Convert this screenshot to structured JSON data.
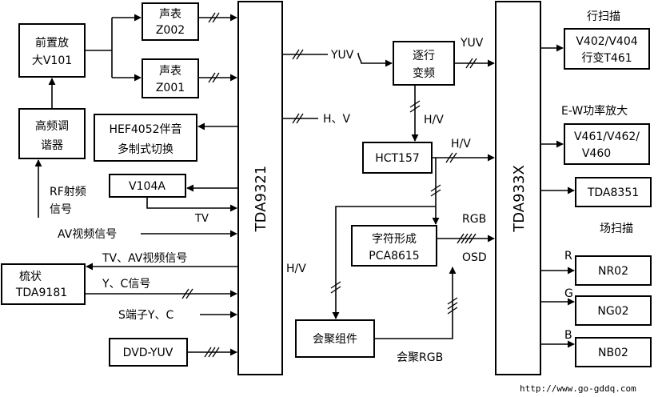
{
  "blocks": {
    "preamp": [
      "前置放",
      "大V101"
    ],
    "sound1": [
      "声表",
      "Z002"
    ],
    "sound2": [
      "声表",
      "Z001"
    ],
    "tuner": [
      "高频调",
      "谐器"
    ],
    "hef": [
      "HEF4052伴音",
      "多制式切换"
    ],
    "v104a": "V104A",
    "tda9321": "TDA9321",
    "comb": [
      "梳状",
      "TDA9181"
    ],
    "dvd": "DVD-YUV",
    "scan": [
      "逐行",
      "变频"
    ],
    "hct": "HCT157",
    "char": [
      "字符形成",
      "PCA8615"
    ],
    "conv": "会聚组件",
    "tda933x": "TDA933X",
    "hout": [
      "V402/V404",
      "行变T461"
    ],
    "ew": [
      "V461/V462/",
      "V460"
    ],
    "tda8351": "TDA8351",
    "nr": "NR02",
    "ng": "NG02",
    "nb": "NB02"
  },
  "labels": {
    "rf": [
      "RF射频",
      "信号"
    ],
    "tv": "TV",
    "av": "AV视频信号",
    "tvav": "TV、AV视频信号",
    "yc": "Y、C信号",
    "sterm": "S端子Y、C",
    "yuv1": "YUV",
    "yuv2": "YUV",
    "hv1": "H、V",
    "hv2": "H/V",
    "hv3": "H/V",
    "hv4": "H/V",
    "rgb": "RGB",
    "osd": "OSD",
    "convrgb": "会聚RGB",
    "hscan": "行扫描",
    "ewamp": "E-W功率放大",
    "vscan": "场扫描",
    "r": "R",
    "g": "G",
    "b": "B",
    "url": "http://www.go-gddq.com"
  }
}
